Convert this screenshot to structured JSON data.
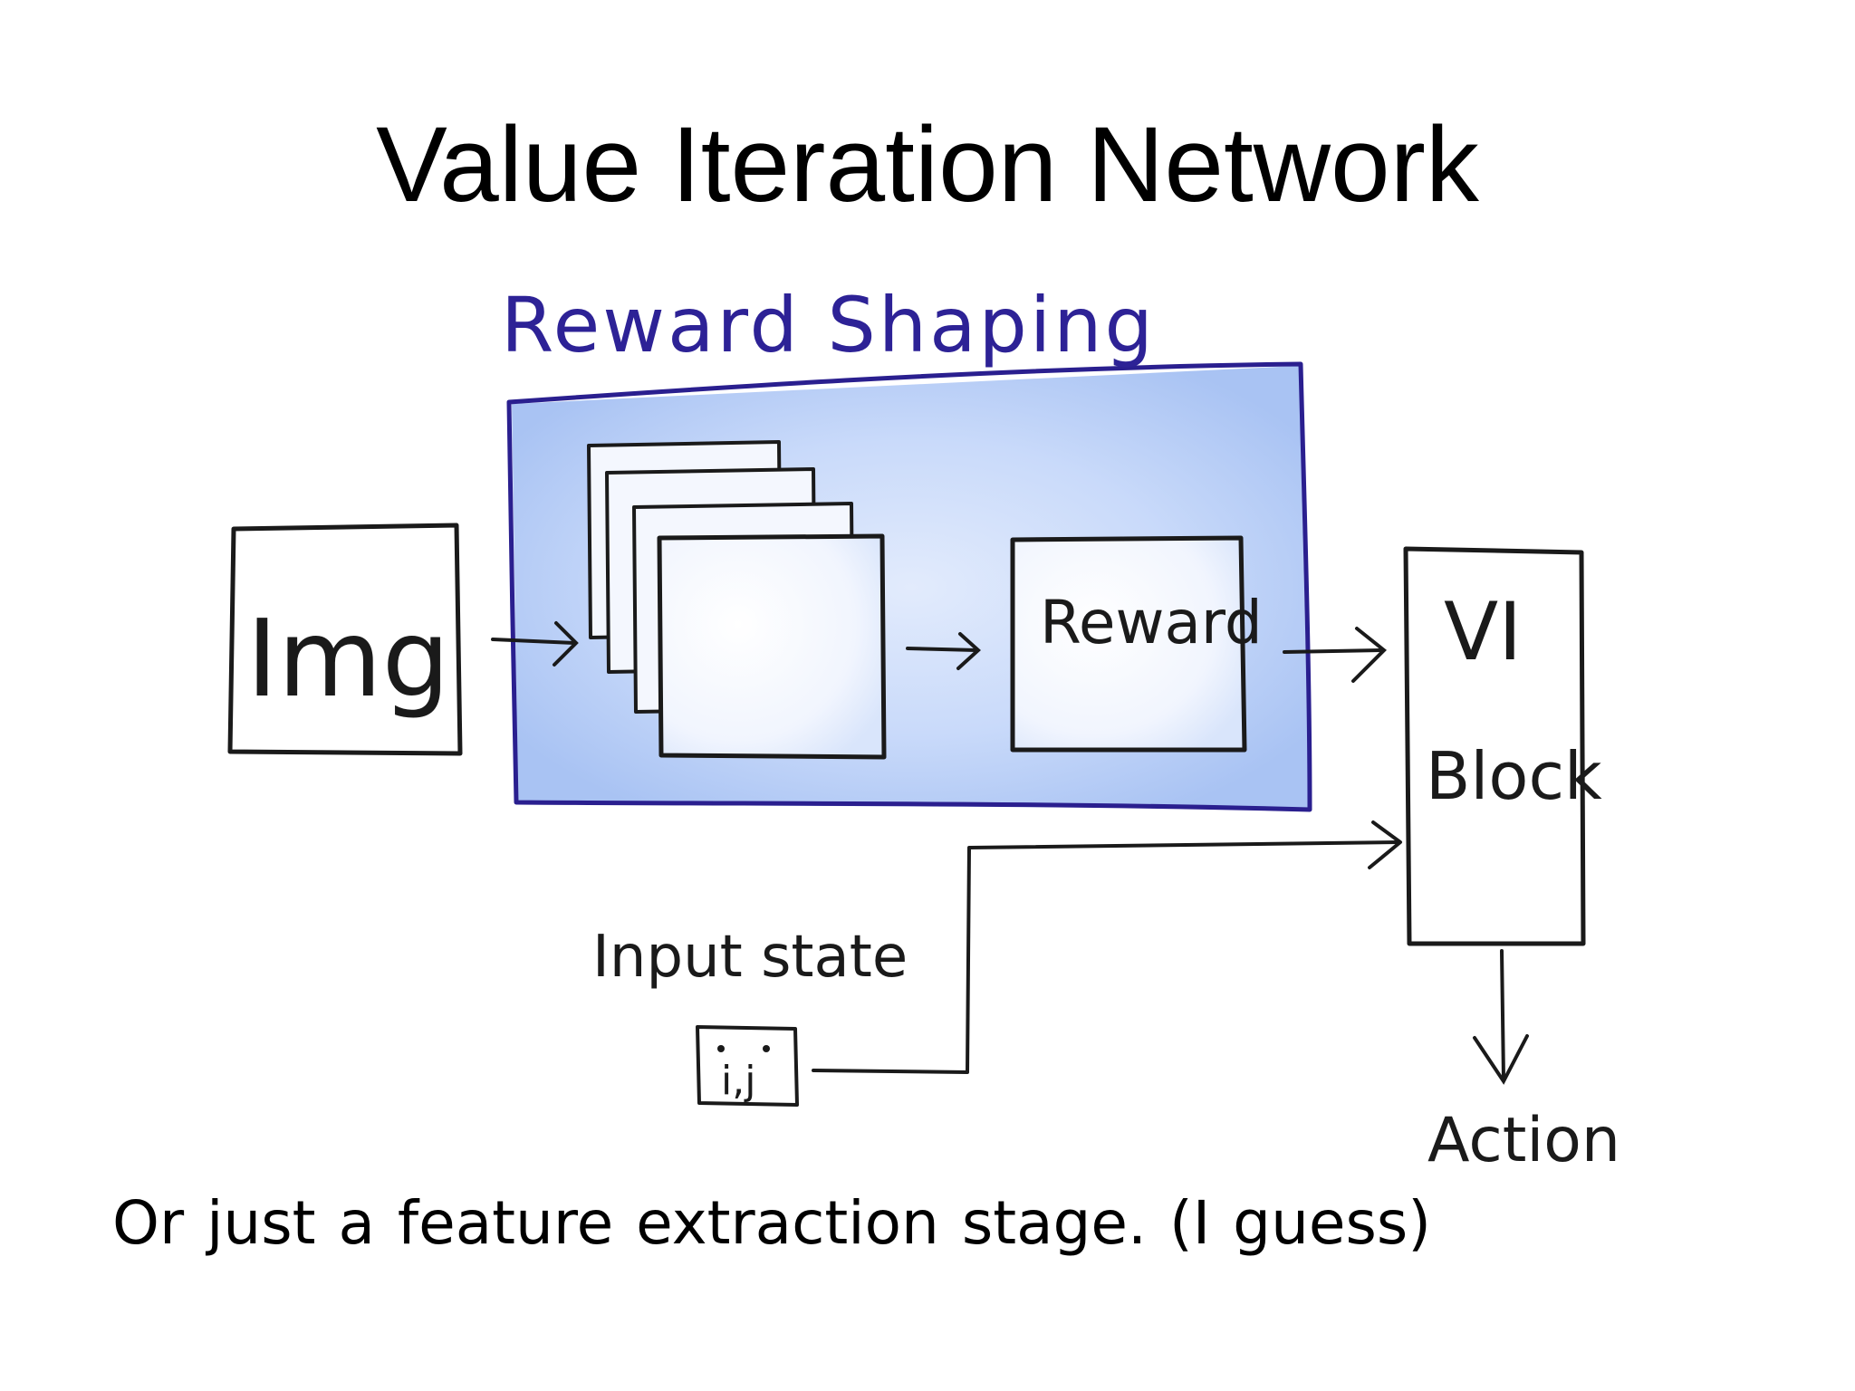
{
  "slide": {
    "title": "Value Iteration Network",
    "caption": "Or just a feature extraction stage. (I guess)"
  },
  "diagram": {
    "group_label": "Reward Shaping",
    "img_label": "Img",
    "reward_label": "Reward",
    "vi_block_line1": "VI",
    "vi_block_line2": "Block",
    "input_state_label": "Input state",
    "state_symbol": "i,j",
    "output_label": "Action"
  },
  "colors": {
    "ink": "#1a1a1a",
    "group_border": "#2a1f8f",
    "group_text": "#2d2296",
    "group_fill": "#b9cdf5"
  }
}
